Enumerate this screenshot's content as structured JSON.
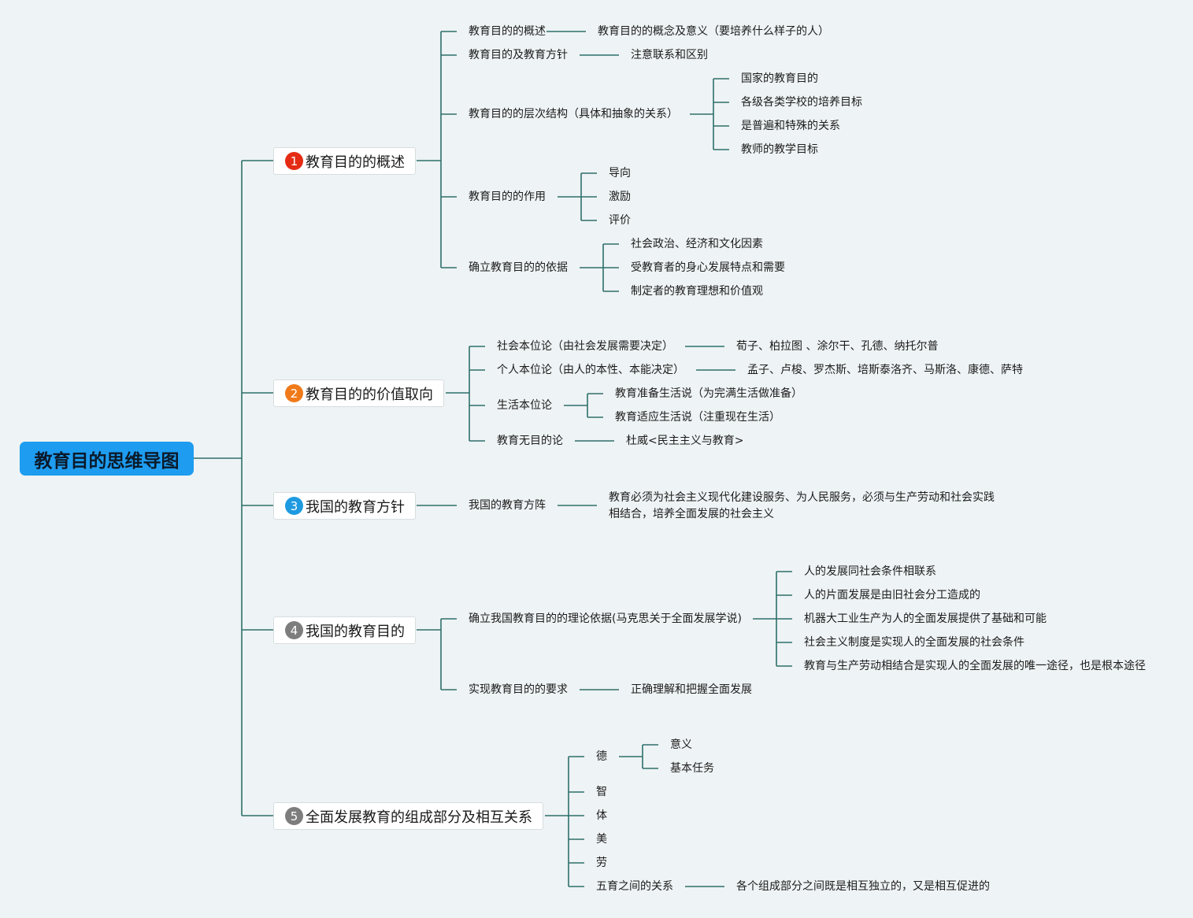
{
  "root": {
    "label": "教育目的思维导图",
    "color": "#1e9cf0"
  },
  "topics": [
    {
      "num": "1",
      "label": "教育目的的概述",
      "badge_color": "#e52b14"
    },
    {
      "num": "2",
      "label": "教育目的的价值取向",
      "badge_color": "#f07a1a"
    },
    {
      "num": "3",
      "label": "我国的教育方针",
      "badge_color": "#1e9ae0"
    },
    {
      "num": "4",
      "label": "我国的教育目的",
      "badge_color": "#7d7d7d"
    },
    {
      "num": "5",
      "label": "全面发展教育的组成部分及相互关系",
      "badge_color": "#7d7d7d"
    }
  ],
  "nodes": {
    "t1_a": "教育目的的概述",
    "t1_a1": "教育目的的概念及意义（要培养什么样子的人）",
    "t1_b": "教育目的及教育方针",
    "t1_b1": "注意联系和区别",
    "t1_c": "教育目的的层次结构（具体和抽象的关系）",
    "t1_c1": "国家的教育目的",
    "t1_c2": "各级各类学校的培养目标",
    "t1_c3": "是普遍和特殊的关系",
    "t1_c4": "教师的教学目标",
    "t1_d": "教育目的的作用",
    "t1_d1": "导向",
    "t1_d2": "激励",
    "t1_d3": "评价",
    "t1_e": "确立教育目的的依据",
    "t1_e1": "社会政治、经济和文化因素",
    "t1_e2": "受教育者的身心发展特点和需要",
    "t1_e3": "制定者的教育理想和价值观",
    "t2_a": "社会本位论（由社会发展需要决定）",
    "t2_a1": "荀子、柏拉图 、涂尔干、孔德、纳托尔普",
    "t2_b": "个人本位论（由人的本性、本能决定）",
    "t2_b1": "孟子、卢梭、罗杰斯、培斯泰洛齐、马斯洛、康德、萨特",
    "t2_c": "生活本位论",
    "t2_c1": "教育准备生活说（为完满生活做准备）",
    "t2_c2": "教育适应生活说（注重现在生活）",
    "t2_d": "教育无目的论",
    "t2_d1": "杜威<民主主义与教育>",
    "t3_a": "我国的教育方阵",
    "t3_a1_l1": "教育必须为社会主义现代化建设服务、为人民服务，必须与生产劳动和社会实践",
    "t3_a1_l2": "相结合，培养全面发展的社会主义",
    "t4_a": "确立我国教育目的的理论依据(马克思关于全面发展学说)",
    "t4_a1": "人的发展同社会条件相联系",
    "t4_a2": "人的片面发展是由旧社会分工造成的",
    "t4_a3": "机器大工业生产为人的全面发展提供了基础和可能",
    "t4_a4": "社会主义制度是实现人的全面发展的社会条件",
    "t4_a5": "教育与生产劳动相结合是实现人的全面发展的唯一途径，也是根本途径",
    "t4_b": "实现教育目的的要求",
    "t4_b1": "正确理解和把握全面发展",
    "t5_a": "德",
    "t5_a1": "意义",
    "t5_a2": "基本任务",
    "t5_b": "智",
    "t5_c": "体",
    "t5_d": "美",
    "t5_e": "劳",
    "t5_f": "五育之间的关系",
    "t5_f1": "各个组成部分之间既是相互独立的，又是相互促进的"
  },
  "line_color": "#2e6f6a"
}
